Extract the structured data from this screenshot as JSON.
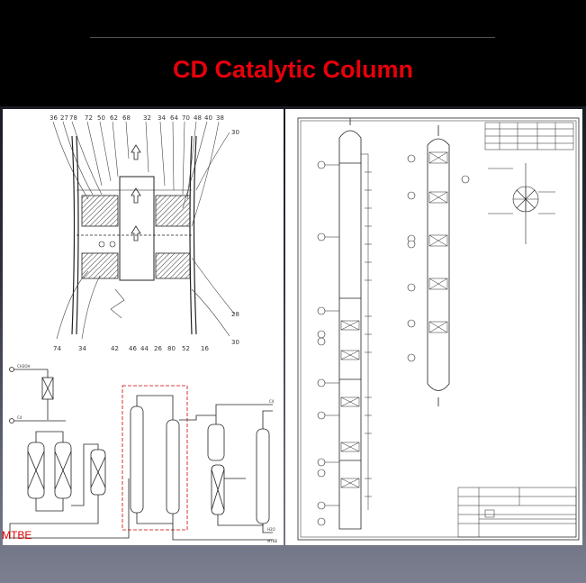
{
  "slide": {
    "title": "CD Catalytic Column",
    "left_caption": "MTBE",
    "accent_color": "#e8000a"
  },
  "top_drawing": {
    "labels_top": [
      "36",
      "27",
      "78",
      "72",
      "50",
      "62",
      "68",
      "32",
      "34",
      "64",
      "70",
      "48",
      "40",
      "38"
    ],
    "labels_bottom": [
      "74",
      "34",
      "42",
      "46",
      "44",
      "26",
      "80",
      "52",
      "16"
    ],
    "labels_right": [
      "30",
      "28",
      "30"
    ]
  },
  "flow_diagram": {
    "stream_labels": [
      "CH3OH",
      "C4",
      "C4",
      "H2O",
      "MTBE"
    ]
  }
}
